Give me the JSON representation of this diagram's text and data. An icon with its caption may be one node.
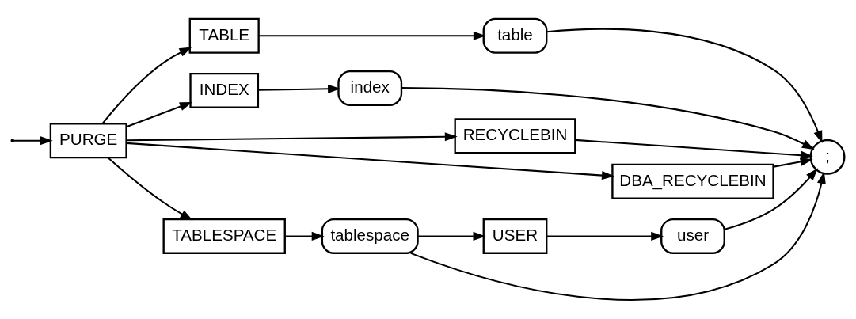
{
  "diagram": {
    "nodes": [
      {
        "text": [
          "PURGE"
        ]
      },
      {
        "text": [
          "TABLE"
        ]
      },
      {
        "text": [
          "table"
        ]
      },
      {
        "text": [
          "INDEX"
        ]
      },
      {
        "text": [
          "index"
        ]
      },
      {
        "text": [
          "RECYCLEBIN"
        ]
      },
      {
        "text": [
          "DBA_RECYCLEBIN"
        ]
      },
      {
        "text": [
          "TABLESPACE"
        ]
      },
      {
        "text": [
          "tablespace"
        ]
      },
      {
        "text": [
          "USER"
        ]
      },
      {
        "text": [
          "user"
        ]
      },
      {
        "text": [
          ";"
        ]
      }
    ],
    "edges": [
      {
        "from": null,
        "to": 0,
        "arrow": "to"
      },
      {
        "from": 0,
        "to": 1,
        "arrow": "to"
      },
      {
        "from": 0,
        "to": 3,
        "arrow": "to"
      },
      {
        "from": 0,
        "to": 5,
        "arrow": "to"
      },
      {
        "from": 0,
        "to": 6,
        "arrow": "to"
      },
      {
        "from": 0,
        "to": 7,
        "arrow": "to"
      },
      {
        "from": 1,
        "to": 2,
        "arrow": "to"
      },
      {
        "from": 3,
        "to": 4,
        "arrow": "to"
      },
      {
        "from": 7,
        "to": 8,
        "arrow": "to"
      },
      {
        "from": 8,
        "to": 9,
        "arrow": "to"
      },
      {
        "from": 9,
        "to": 10,
        "arrow": "to"
      },
      {
        "from": 2,
        "to": 11,
        "arrow": "to"
      },
      {
        "from": 4,
        "to": 11,
        "arrow": "to"
      },
      {
        "from": 5,
        "to": 11,
        "arrow": "to"
      },
      {
        "from": 6,
        "to": 11,
        "arrow": "to"
      },
      {
        "from": 8,
        "to": 11,
        "arrow": "to"
      },
      {
        "from": 10,
        "to": 11,
        "arrow": "to"
      }
    ]
  }
}
